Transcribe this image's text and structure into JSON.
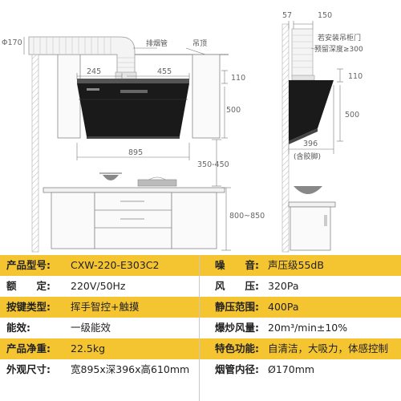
{
  "diagram": {
    "dims": {
      "duct_diameter": "Φ170",
      "d245": "245",
      "d455": "455",
      "d110_front": "110",
      "d500_front": "500",
      "d895": "895",
      "d350_450": "350-450",
      "d800_850": "800~850",
      "d57": "57",
      "d150": "150",
      "d110_side": "110",
      "d500_side": "500",
      "d396": "396"
    },
    "labels": {
      "exhaust_pipe": "排烟管",
      "ceiling": "吊顶",
      "cabinet_note_1": "若安装吊柜门",
      "cabinet_note_2": "预留深度≥300",
      "with_glue_feet": "(含胶脚)"
    }
  },
  "specs": [
    {
      "l_label": "产品型号:",
      "l_value": "CXW-220-E303C2",
      "r_label": "噪　　音:",
      "r_value": "声压级55dB",
      "hl": true
    },
    {
      "l_label": "额　　定:",
      "l_value": "220V/50Hz",
      "r_label": "风　　压:",
      "r_value": "320Pa",
      "hl": false
    },
    {
      "l_label": "按键类型:",
      "l_value": "挥手智控+触摸",
      "r_label": "静压范围:",
      "r_value": "400Pa",
      "hl": true
    },
    {
      "l_label": "能效:",
      "l_value": "一级能效",
      "r_label": "爆炒风量:",
      "r_value": "20m³/min±10%",
      "hl": false
    },
    {
      "l_label": "产品净重:",
      "l_value": "22.5kg",
      "r_label": "特色功能:",
      "r_value": "自清洁，大吸力，体感控制",
      "hl": true
    },
    {
      "l_label": "外观尺寸:",
      "l_value": "宽895x深396x高610mm",
      "r_label": "烟管内径:",
      "r_value": "Ø170mm",
      "hl": false
    }
  ],
  "colors": {
    "highlight": "#f5c531",
    "line": "#555555",
    "hood": "#1a1a1a"
  }
}
